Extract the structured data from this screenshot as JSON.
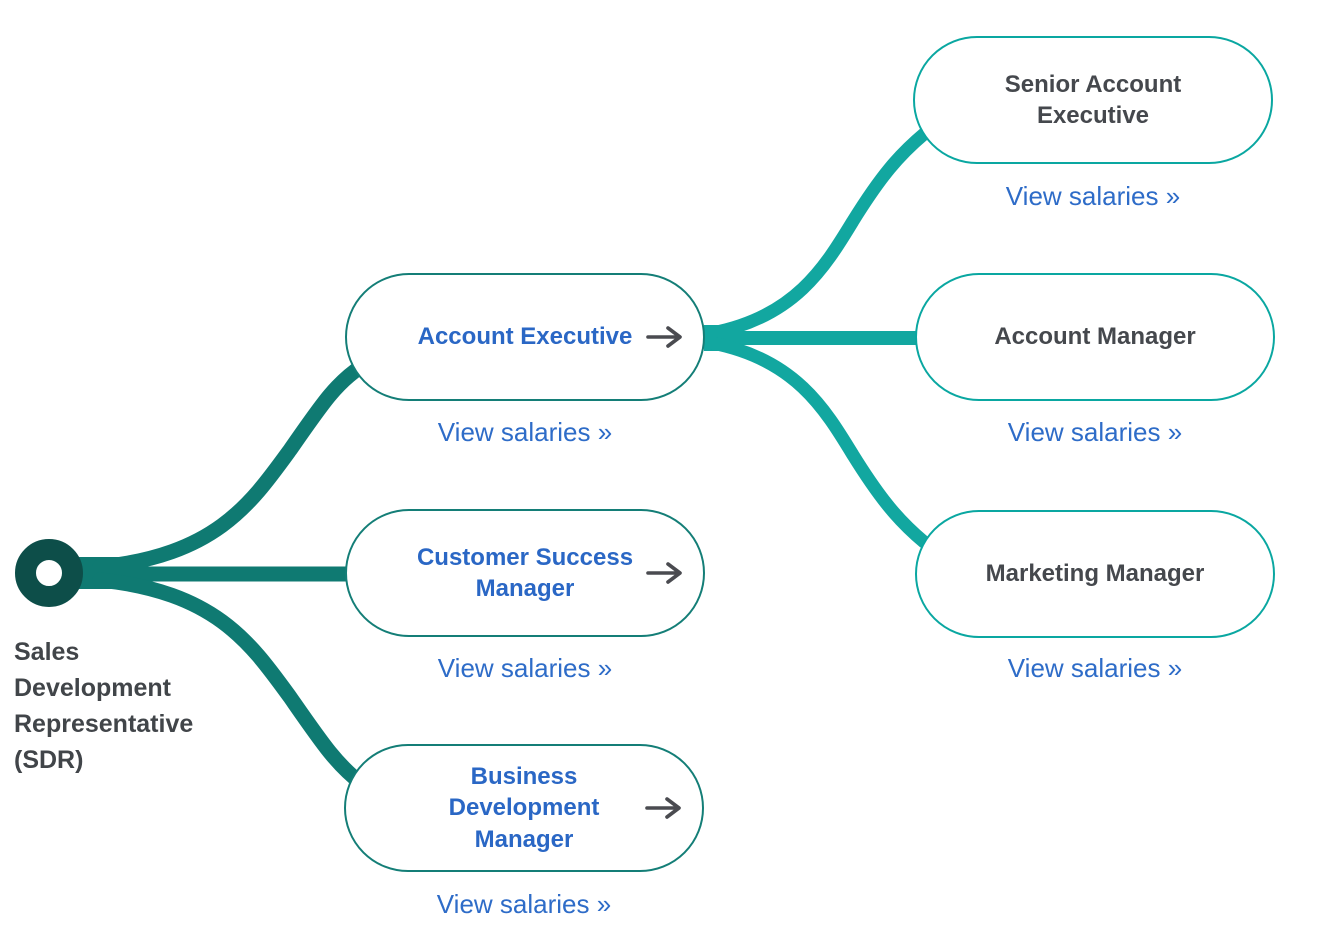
{
  "root": {
    "label": "Sales Development Representative (SDR)"
  },
  "link_label": "View salaries »",
  "nodes": {
    "account_executive": {
      "label": "Account Executive"
    },
    "customer_success_manager": {
      "label": "Customer Success Manager"
    },
    "business_development_manager": {
      "label": "Business Development Manager"
    },
    "senior_account_executive": {
      "label": "Senior Account Executive"
    },
    "account_manager": {
      "label": "Account Manager"
    },
    "marketing_manager": {
      "label": "Marketing Manager"
    }
  },
  "colors": {
    "root_ring": "#0d4e49",
    "level1_connector": "#0f7a72",
    "level2_connector": "#12a7a0",
    "level1_node_border": "#147e77",
    "level2_node_border": "#0aa7a1",
    "level1_title": "#2a67c5",
    "level2_title": "#45484d",
    "link": "#2e6cc8",
    "arrow_icon": "#4a4b50"
  }
}
